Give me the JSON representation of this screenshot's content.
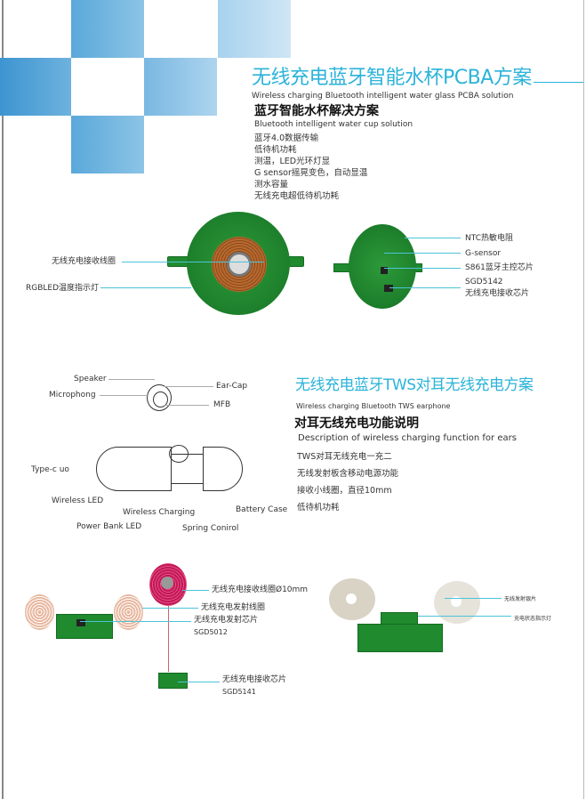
{
  "colors": {
    "accent": "#2bb3d9",
    "square_blue": "#4a9fd4",
    "pcb_green": "#1f8a2e"
  },
  "section1": {
    "title": "无线充电蓝牙智能水杯PCBA方案",
    "subtitle": "Wireless charging Bluetooth intelligent water glass PCBA  solution",
    "heading": "蓝牙智能水杯解决方案",
    "heading_en": "Bluetooth intelligent water cup solution",
    "features": [
      "蓝牙4.0数据传输",
      "低待机功耗",
      "测温，LED光环灯显",
      "G sensor摇晃变色，自动显温",
      "测水容量",
      "无线充电超低待机功耗"
    ],
    "left_labels": [
      "无线充电接收线圈",
      "RGBLED温度指示灯"
    ],
    "right_labels": [
      "NTC热敏电阻",
      "G-sensor",
      "S861蓝牙主控芯片",
      "SGD5142",
      "无线充电接收芯片"
    ]
  },
  "section2": {
    "title": "无线充电蓝牙TWS对耳无线充电方案",
    "subtitle": "Wireless charging Bluetooth TWS earphone",
    "heading": "对耳无线充电功能说明",
    "heading_en": "Description of wireless charging function for ears",
    "features": [
      "TWS对耳无线充电一充二",
      "无线发射板含移动电源功能",
      "接收小线圈，直径10mm",
      "低待机功耗"
    ],
    "earbud_labels": {
      "speaker": "Speaker",
      "microphone": "Microphong",
      "earcap": "Ear-Cap",
      "mfb": "MFB"
    },
    "case_labels": {
      "typec": "Type-c uo",
      "wireless_led": "Wireless LED",
      "wireless_charging": "Wireless Charging",
      "battery_case": "Battery Case",
      "power_bank_led": "Power Bank LED",
      "spring_control": "Spring Conirol"
    }
  },
  "section3": {
    "labels": [
      "无线充电接收线圈Ø10mm",
      "无线充电发射线圈",
      "无线充电发射芯片",
      "SGD5012",
      "无线充电接收芯片",
      "SGD5141"
    ],
    "right_labels": [
      "无线发射银片",
      "充电状态指示灯"
    ]
  }
}
